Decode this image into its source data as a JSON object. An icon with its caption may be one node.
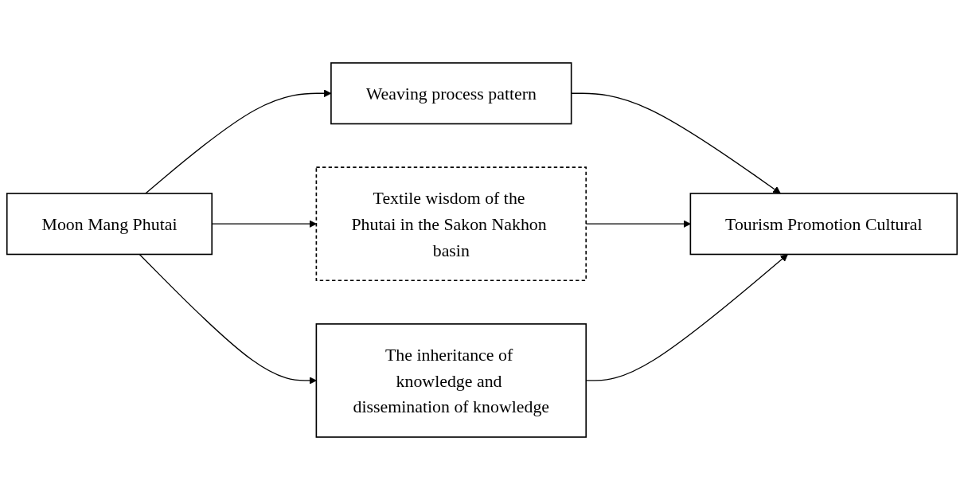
{
  "diagram": {
    "nodes": [
      {
        "text": [
          "Moon Mang Phutai"
        ]
      },
      {
        "text": [
          "Weaving process pattern"
        ]
      },
      {
        "text": [
          "Textile wisdom of the Phutai in the Sakon Nakhon basin"
        ]
      },
      {
        "text": [
          "The inheritance of knowledge and dissemination of knowledge"
        ]
      },
      {
        "text": [
          "Tourism Promotion Cultural"
        ]
      }
    ],
    "edges": [
      {
        "from": 0,
        "to": 1,
        "arrow": "to"
      },
      {
        "from": 0,
        "to": 2,
        "arrow": "to"
      },
      {
        "from": 0,
        "to": 3,
        "arrow": "to"
      },
      {
        "from": 1,
        "to": 4,
        "arrow": "to"
      },
      {
        "from": 2,
        "to": 4,
        "arrow": "to"
      },
      {
        "from": 3,
        "to": 4,
        "arrow": "to"
      }
    ]
  }
}
